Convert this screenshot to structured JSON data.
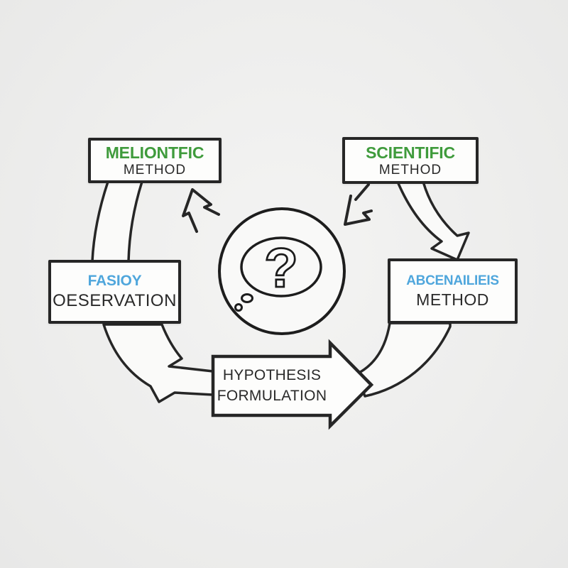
{
  "diagram": {
    "colors": {
      "background": "#ededec",
      "ink": "#262626",
      "box-fill": "#fdfdfc",
      "band-fill": "#fafaf9",
      "green": "#3f9b3c",
      "blue": "#4fa6dc",
      "text": "#2a2a2a"
    },
    "boxes": {
      "top_left": {
        "line1": "MELIONTFIC",
        "line2": "METHOD"
      },
      "top_right": {
        "line1": "SCIENTIFIC",
        "line2": "METHOD"
      },
      "observation": {
        "line1": "FASIOY",
        "line2": "OESERVATION"
      },
      "method_right": {
        "line1": "ABCENAILIEIS",
        "line2": "METHOD"
      }
    },
    "process_arrow": {
      "line1": "HYPOTHESIS",
      "line2": "FORMULATION"
    },
    "thought_bubble": {
      "symbol": "?"
    }
  }
}
